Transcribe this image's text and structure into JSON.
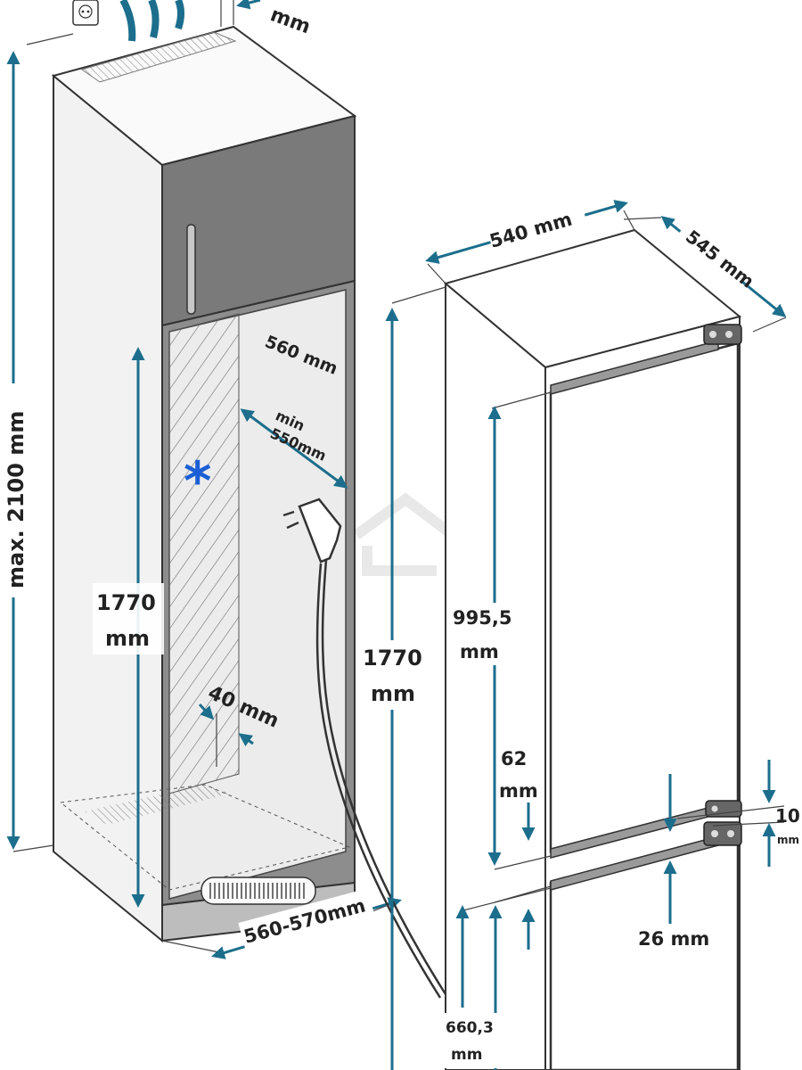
{
  "colors": {
    "arrow": "#1c6e8c",
    "cabinet_side": "#f2f2f2",
    "cabinet_front": "#f6f6f6",
    "door_panel": "#7a7a7a",
    "niche_frame": "#8d8d8d",
    "appliance": "#ffffff",
    "star": "#1a5fd6"
  },
  "icons": {
    "socket": "power-socket-icon",
    "plug": "power-plug-icon",
    "snow": "snowflake-icon",
    "vent": "ventilation-grille",
    "watermark": "house-watermark-icon"
  },
  "labels": {
    "top_mm": "mm",
    "max_height": "max. 2100 mm",
    "niche_depth": "560 mm",
    "min_width": "min\n550mm",
    "niche_height_value": "1770",
    "niche_height_unit": "mm",
    "rear_gap": "40 mm",
    "niche_width": "560-570mm",
    "appliance_width": "540 mm",
    "appliance_depth": "545 mm",
    "appliance_height_value": "1770",
    "appliance_height_unit": "mm",
    "upper_door_value": "995,5",
    "upper_door_unit": "mm",
    "gap_value": "62",
    "gap_unit": "mm",
    "hinge_value": "10",
    "hinge_unit": "mm",
    "bottom_gap": "26 mm",
    "lower_door_value": "660,3",
    "lower_door_unit": "mm"
  }
}
